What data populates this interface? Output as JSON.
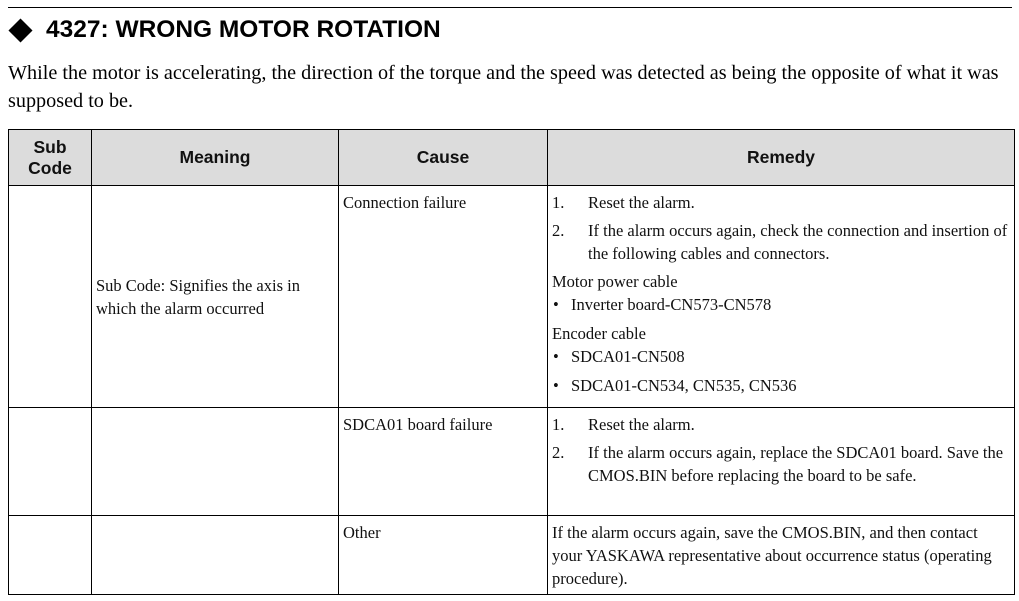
{
  "heading": {
    "title": "4327: WRONG MOTOR ROTATION"
  },
  "intro": "While the motor is accelerating, the direction of the torque and the speed was detected as being the opposite of what it was supposed to be.",
  "table": {
    "headers": {
      "sub_code": "Sub Code",
      "meaning": "Meaning",
      "cause": "Cause",
      "remedy": "Remedy"
    },
    "meaning": "Sub Code: Signifies the axis in which the alarm occurred",
    "rows": [
      {
        "cause": "Connection failure",
        "steps": [
          {
            "num": "1.",
            "text": "Reset the alarm."
          },
          {
            "num": "2.",
            "text": "If the alarm occurs again, check the connection and insertion of the following cables and connectors."
          }
        ],
        "groups": [
          {
            "title": "Motor power cable",
            "items": [
              "Inverter board-CN573-CN578"
            ]
          },
          {
            "title": "Encoder cable",
            "items": [
              "SDCA01-CN508",
              "SDCA01-CN534, CN535, CN536"
            ]
          }
        ]
      },
      {
        "cause": "SDCA01 board failure",
        "steps": [
          {
            "num": "1.",
            "text": "Reset the alarm."
          },
          {
            "num": "2.",
            "text": "If the alarm occurs again, replace the SDCA01 board. Save the CMOS.BIN before replacing the board to be safe."
          }
        ]
      },
      {
        "cause": "Other",
        "remedy_text": "If the alarm occurs again, save the CMOS.BIN, and then contact your YASKAWA representative about occurrence status (operating procedure)."
      }
    ],
    "bullet_symbol": "•"
  }
}
